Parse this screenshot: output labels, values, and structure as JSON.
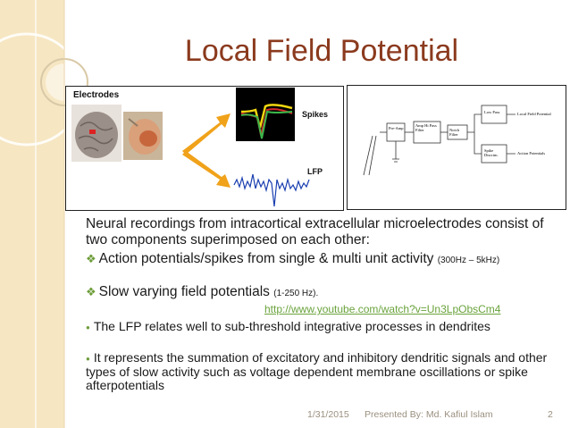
{
  "slide": {
    "title": "Local Field Potential",
    "figure_left": {
      "label_electrodes": "Electrodes",
      "label_spikes": "Spikes",
      "label_lfp": "LFP"
    },
    "figure_right": {
      "box_preamp": "Pre-Amp",
      "box_hipass": "Amp Hi Pass Filter",
      "box_notch": "Notch Filter",
      "box_lowpass": "Low Pass",
      "box_spike": "Spike Discrim.",
      "out_lfp": "Local Field Potential",
      "out_ap": "Action Potentials"
    },
    "paragraph": "Neural recordings from intracortical extracellular microelectrodes consist of two components superimposed on each other:",
    "bullet1_main": "Action potentials/spikes from single & multi unit activity",
    "bullet1_small": "(300Hz – 5kHz)",
    "bullet2_main": "Slow varying field potentials",
    "bullet2_small": "(1-250 Hz).",
    "link": "http://www.youtube.com/watch?v=Un3LpObsCm4",
    "bullet3": "The LFP relates well to sub-threshold integrative processes in dendrites",
    "bullet4": "It represents the summation of excitatory and inhibitory dendritic signals and other types of slow activity such as voltage dependent membrane oscillations or spike afterpotentials",
    "footer_date": "1/31/2015",
    "footer_presenter": "Presented By: Md. Kafiul Islam",
    "footer_page": "2"
  },
  "colors": {
    "title": "#8b3a1e",
    "side_band": "#f6e6c2",
    "bullet": "#6d9c3a",
    "link": "#6aa33c",
    "arrow": "#f0a21a"
  },
  "icons": {
    "bullet_marker": "diamond-cluster-icon",
    "dot_marker": "small-dot-icon"
  }
}
